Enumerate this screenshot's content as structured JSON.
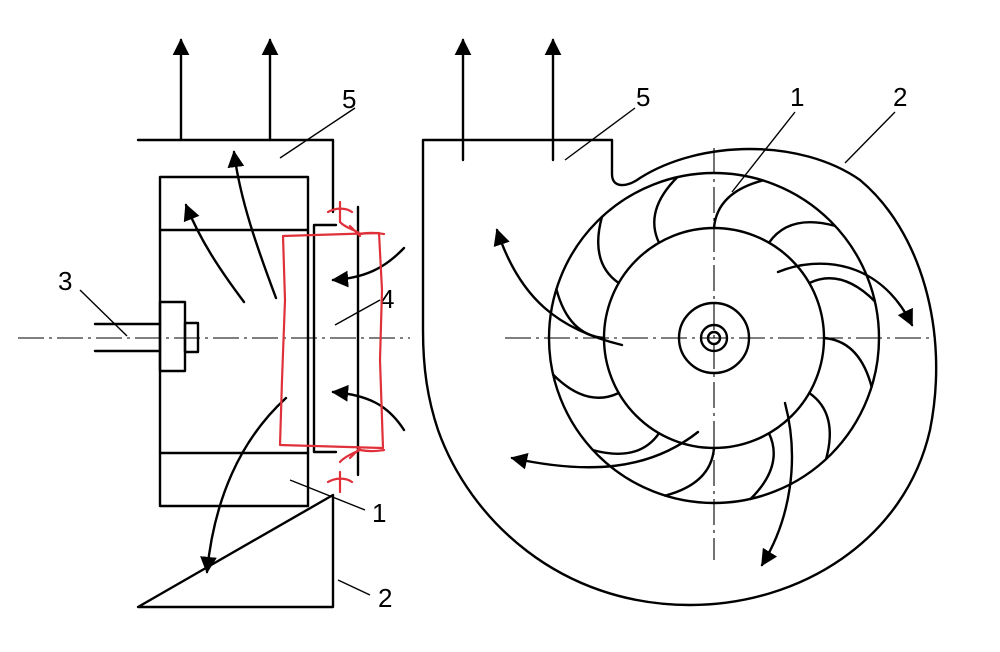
{
  "labels": {
    "side": {
      "fan_wheel": "1",
      "housing": "2",
      "shaft": "3",
      "inlet": "4",
      "outlet": "5"
    },
    "front": {
      "fan_wheel": "1",
      "housing": "2",
      "outlet": "5"
    }
  },
  "colors": {
    "drawing": "#000000",
    "markup": "#e0303a",
    "background": "#ffffff"
  }
}
